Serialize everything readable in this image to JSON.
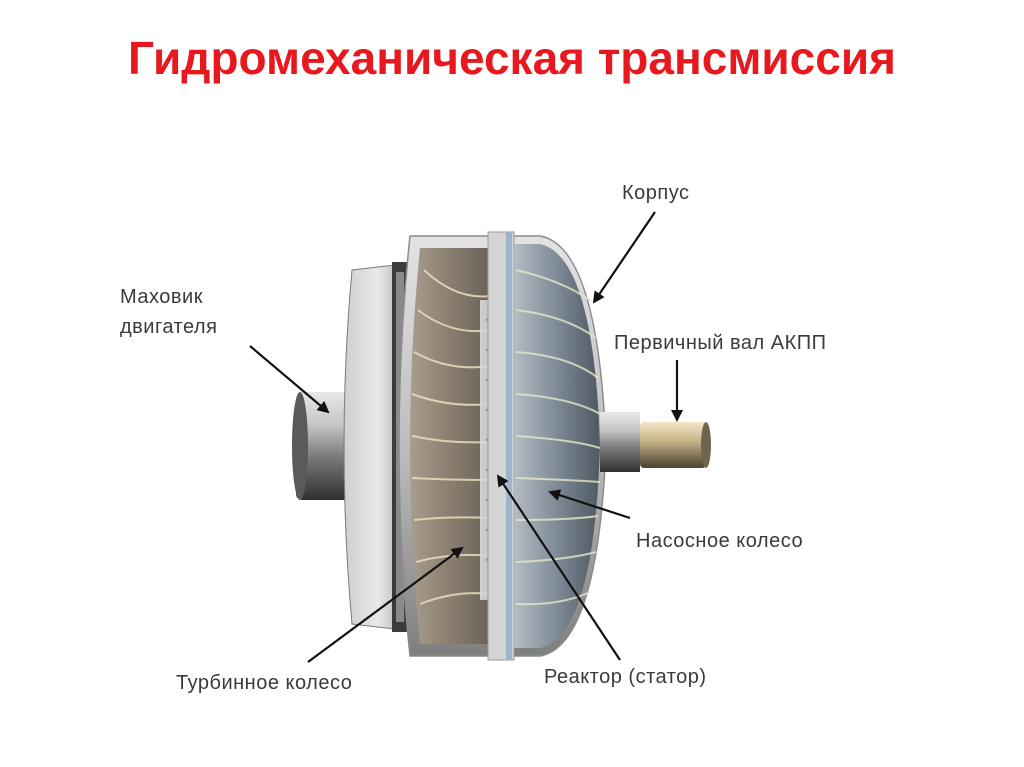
{
  "slide": {
    "title": "Гидромеханическая трансмиссия"
  },
  "labels": {
    "housing": "Корпус",
    "flywheel_line1": "Маховик",
    "flywheel_line2": "двигателя",
    "input_shaft": "Первичный вал АКПП",
    "pump_wheel": "Насосное колесо",
    "turbine_wheel": "Турбинное колесо",
    "reactor": "Реактор (статор)"
  },
  "colors": {
    "title": "#e8191e",
    "label_text": "#3a3a3a",
    "arrow": "#111111"
  }
}
